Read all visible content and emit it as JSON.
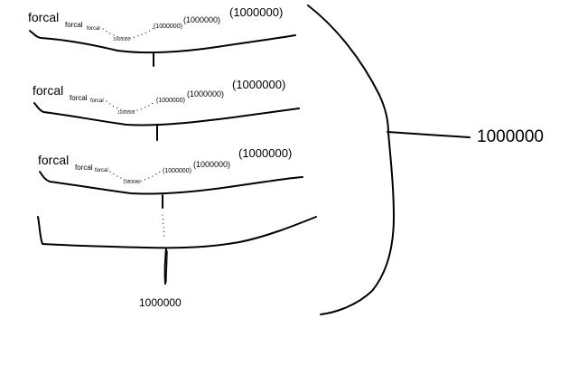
{
  "rows": [
    {
      "word": "forcal",
      "sub": "forcal",
      "subsub": "forcal",
      "dot_num": "1000000",
      "paren_small": "(1000000)",
      "paren_mid": "(1000000)",
      "paren_big": "(1000000)"
    },
    {
      "word": "forcal",
      "sub": "forcal",
      "subsub": "forcal",
      "dot_num": "1000000",
      "paren_small": "(1000000)",
      "paren_mid": "(1000000)",
      "paren_big": "(1000000)"
    },
    {
      "word": "forcal",
      "sub": "forcal",
      "subsub": "forcal",
      "dot_num": "1000000",
      "paren_small": "(1000000)",
      "paren_mid": "(1000000)",
      "paren_big": "(1000000)"
    }
  ],
  "bottom_label": "1000000",
  "total_label": "1000000"
}
